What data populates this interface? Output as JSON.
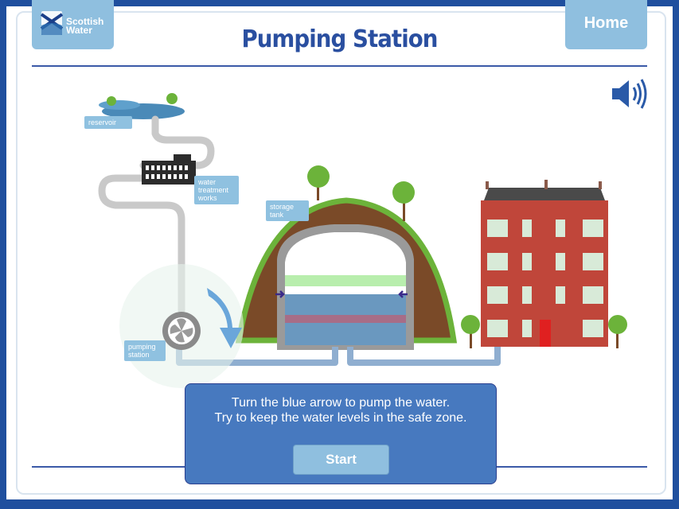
{
  "header": {
    "logo_line1": "Scottish",
    "logo_line2": "Water",
    "home_label": "Home",
    "title": "Pumping Station"
  },
  "diagram": {
    "labels": {
      "reservoir": "reservoir",
      "water_treatment_1": "water",
      "water_treatment_2": "treatment",
      "water_treatment_3": "works",
      "storage_tank_1": "storage",
      "storage_tank_2": "tank",
      "pumping_station_1": "pumping",
      "pumping_station_2": "station"
    }
  },
  "instructions": {
    "line1": "Turn the blue arrow to pump the water.",
    "line2": "Try to keep the water levels in the safe zone.",
    "start_label": "Start"
  },
  "colors": {
    "frame": "#1f4f9e",
    "title": "#2a4fa0",
    "tab": "#8fbfdf",
    "panel": "#4779bf",
    "building": "#c0463a",
    "hill": "#7a4a28",
    "grass": "#6cb33a",
    "water": "#6a98bf",
    "pipe": "#c8c8c8"
  },
  "icons": [
    "scottish-water-logo-icon",
    "speaker-icon",
    "pump-fan-icon",
    "rotate-arrow-icon",
    "tree-icon"
  ]
}
